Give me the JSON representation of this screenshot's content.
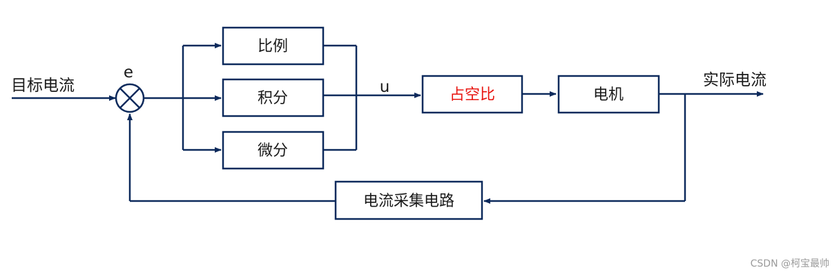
{
  "diagram": {
    "input_label": "目标电流",
    "error_label": "e",
    "control_label": "u",
    "output_label": "实际电流",
    "blocks": {
      "p": "比例",
      "i": "积分",
      "d": "微分",
      "duty": "占空比",
      "motor": "电机",
      "sensor": "电流采集电路"
    }
  },
  "colors": {
    "line": "#0d2a5c",
    "highlight_text": "#e8140f",
    "text": "#1a1a1a"
  },
  "watermark": "CSDN @柯宝最帅"
}
